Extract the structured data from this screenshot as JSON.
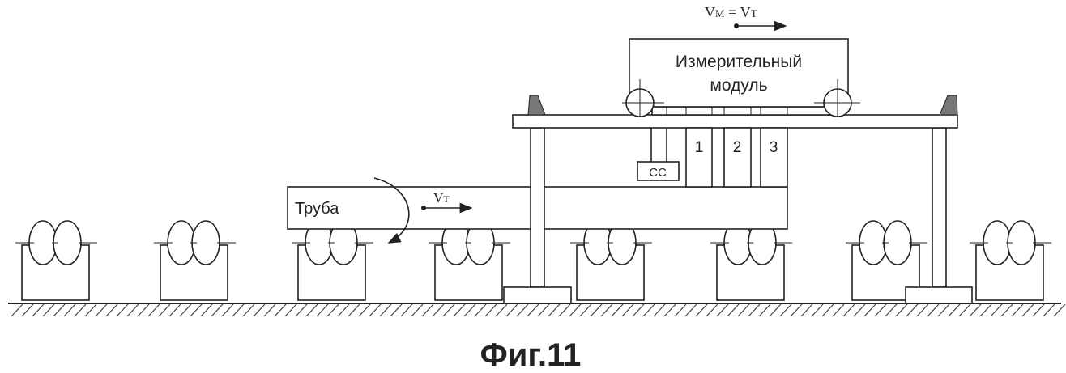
{
  "module": {
    "line1": "Измерительный",
    "line2": "модуль"
  },
  "speed_top": {
    "v": "V",
    "m": "М",
    "eq": " = ",
    "v2": "V",
    "t": "Т"
  },
  "pipe": {
    "label": "Труба",
    "speed_v": "V",
    "speed_t": "Т"
  },
  "sensors": [
    "1",
    "2",
    "3"
  ],
  "cc_label": "СС",
  "caption": "Фиг.11",
  "stands_count": 8
}
